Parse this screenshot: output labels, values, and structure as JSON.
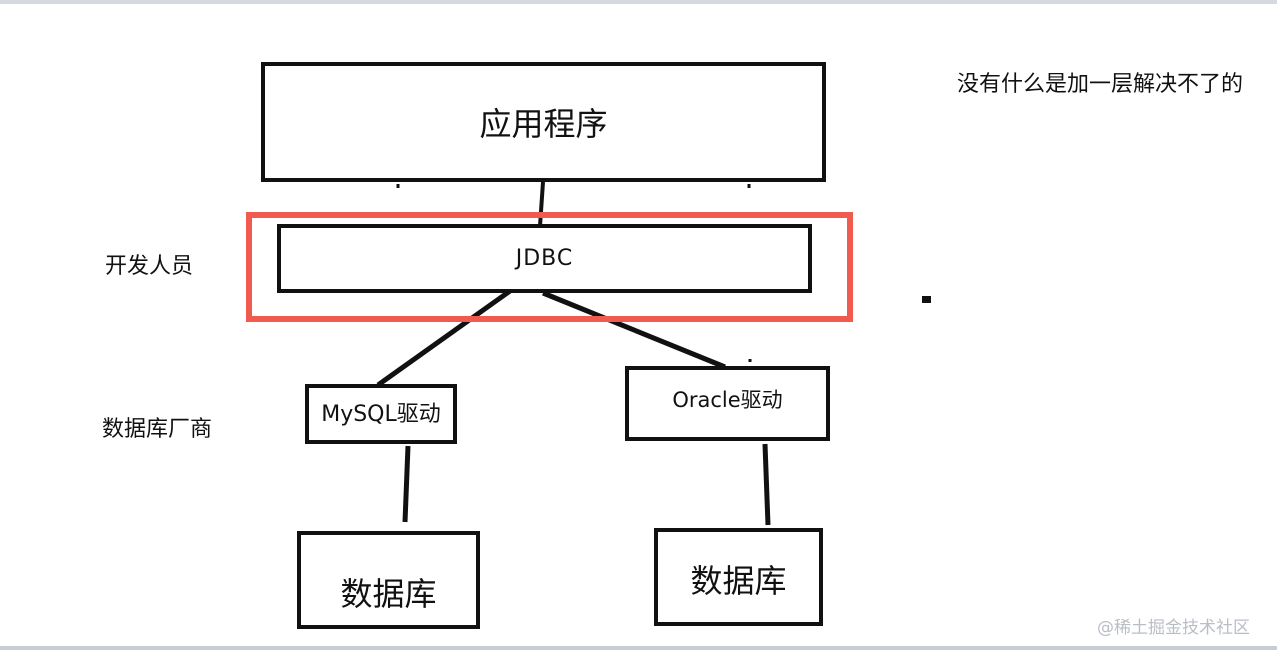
{
  "diagram": {
    "app": {
      "label": "应用程序"
    },
    "jdbc": {
      "label": "JDBC"
    },
    "mysql_driver": {
      "label": "MySQL驱动"
    },
    "oracle_driver": {
      "label": "Oracle驱动"
    },
    "db_left": {
      "label": "数据库"
    },
    "db_right": {
      "label": "数据库"
    }
  },
  "side_labels": {
    "developers": "开发人员",
    "db_vendors": "数据库厂商"
  },
  "note": "没有什么是加一层解决不了的",
  "watermark": "@稀土掘金技术社区",
  "colors": {
    "highlight": "#f05a4f",
    "stroke": "#111111",
    "background": "#ffffff"
  }
}
